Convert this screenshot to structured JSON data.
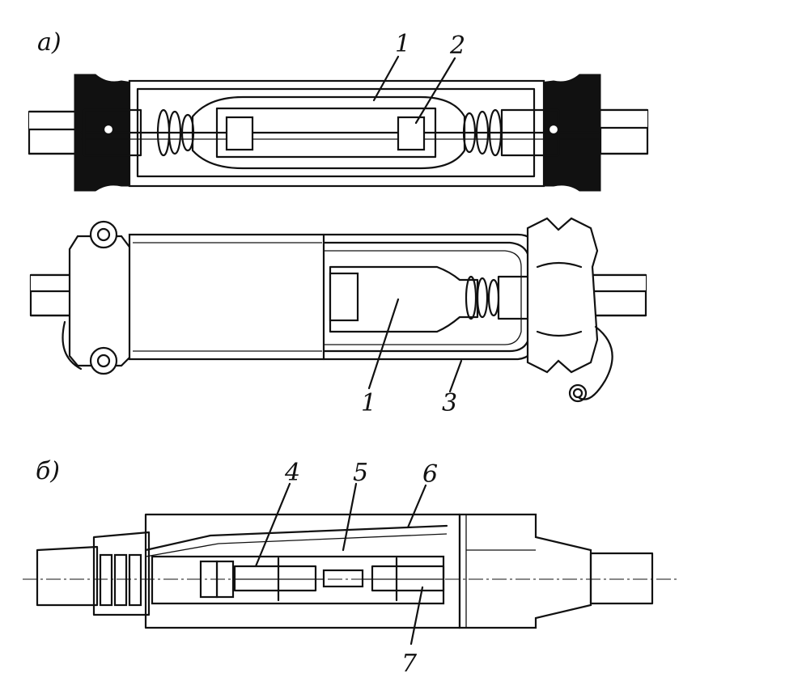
{
  "figure": {
    "parts": [
      {
        "letter": "а)"
      },
      {
        "letter": "б)"
      }
    ],
    "callouts": [
      {
        "id": "a1-top",
        "text": "1"
      },
      {
        "id": "a2-top",
        "text": "2"
      },
      {
        "id": "a1-bottom",
        "text": "1"
      },
      {
        "id": "a3-bottom",
        "text": "3"
      },
      {
        "id": "b4",
        "text": "4"
      },
      {
        "id": "b5",
        "text": "5"
      },
      {
        "id": "b6",
        "text": "6"
      },
      {
        "id": "b7",
        "text": "7"
      }
    ]
  }
}
